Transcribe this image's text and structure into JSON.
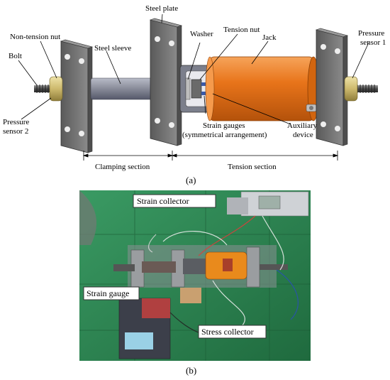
{
  "figure_a": {
    "labels": {
      "steel_plate": "Steel plate",
      "non_tension_nut": "Non-tension nut",
      "bolt": "Bolt",
      "steel_sleeve": "Steel sleeve",
      "washer": "Washer",
      "tension_nut": "Tension nut",
      "jack": "Jack",
      "pressure_sensor_1_line1": "Pressure",
      "pressure_sensor_1_line2": "sensor 1",
      "pressure_sensor_2_line1": "Pressure",
      "pressure_sensor_2_line2": "sensor 2",
      "strain_gauges_line1": "Strain gauges",
      "strain_gauges_line2": "(symmetrical arrangement)",
      "auxiliary_line1": "Auxiliary",
      "auxiliary_line2": "device",
      "clamping_section": "Clamping section",
      "tension_section": "Tension section"
    },
    "caption": "(a)",
    "colors": {
      "jack": "#e8741a",
      "sleeve": "#8c8f9c",
      "plate": "#6e6e6e",
      "sensor": "#d8c98a"
    }
  },
  "figure_b": {
    "labels": {
      "strain_collector": "Strain collector",
      "strain_gauge": "Strain gauge",
      "stress_collector": "Stress collector"
    },
    "caption": "(b)",
    "colors": {
      "floor": "#2f8a52",
      "jack": "#e98a1c"
    }
  }
}
